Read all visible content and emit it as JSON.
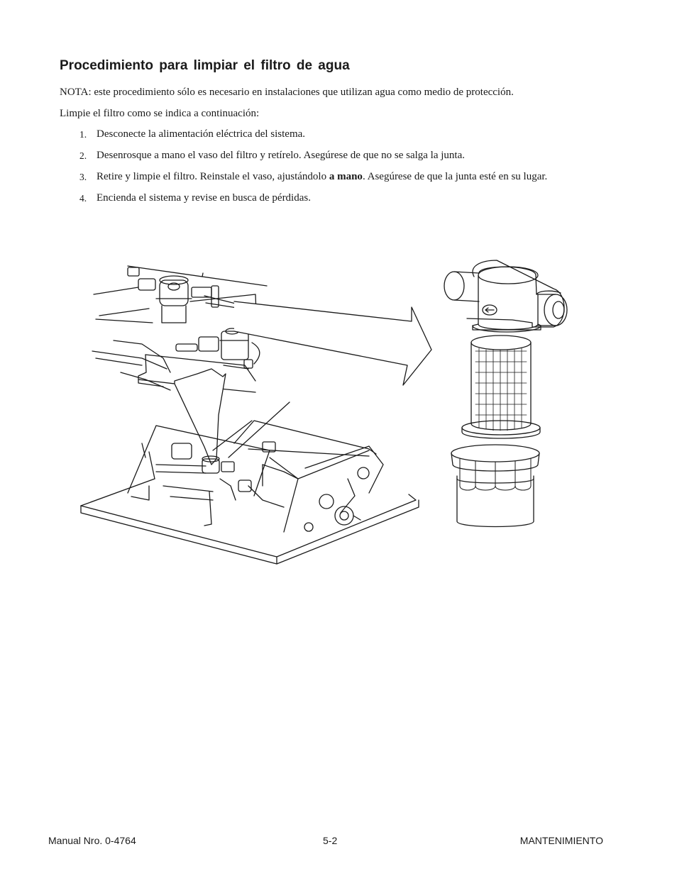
{
  "page": {
    "title": "Procedimiento para limpiar el filtro de agua",
    "note": "NOTA: este procedimiento sólo es necesario en instalaciones que utilizan agua como medio de protección.",
    "intro": "Limpie el filtro como se indica a continuación:",
    "steps": [
      {
        "num": "1.",
        "text": "Desconecte la alimentación eléctrica del sistema."
      },
      {
        "num": "2.",
        "text": "Desenrosque a mano el vaso del filtro y retírelo. Asegúrese de que no se salga la junta."
      },
      {
        "num": "3.",
        "text_before": "Retire y limpie el filtro. Reinstale el vaso, ajustándolo ",
        "text_bold": "a mano",
        "text_after": ". Asegúrese de que la junta esté en su lugar."
      },
      {
        "num": "4.",
        "text": "Encienda el sistema y revise en busca de pérdidas."
      }
    ]
  },
  "footer": {
    "left": "Manual Nro. 0-4764",
    "center": "5-2",
    "right": "MANTENIMIENTO"
  }
}
